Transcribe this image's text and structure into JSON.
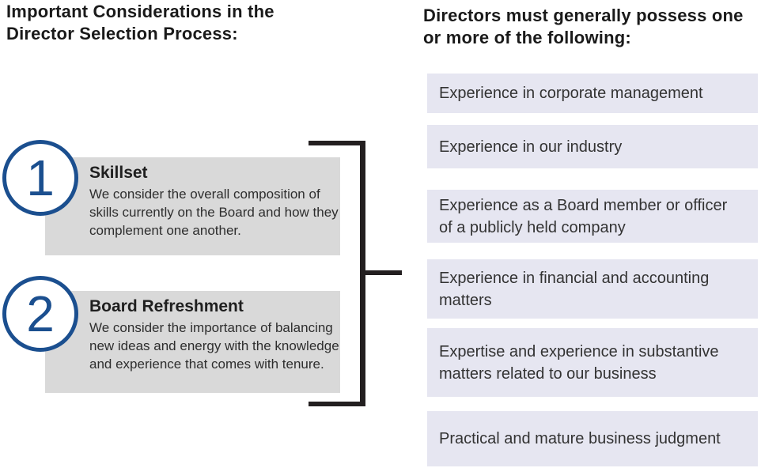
{
  "left_panel": {
    "title": "Important Considerations in the Director Selection Process:",
    "items": [
      {
        "number": "1",
        "heading": "Skillset",
        "body": "We consider the overall composition of skills currently on the Board and how they complement one another."
      },
      {
        "number": "2",
        "heading": "Board Refreshment",
        "body": "We consider the importance of balancing new ideas and energy with the knowledge and experience that comes with tenure."
      }
    ]
  },
  "right_panel": {
    "title": "Directors must generally possess one or more of the following:",
    "items": [
      "Experience in corporate management",
      "Experience in our industry",
      "Experience as a Board member or officer of a publicly held company",
      "Experience in financial and accounting matters",
      "Expertise and experience in substantive matters related to our business",
      "Practical and mature business judgment"
    ]
  },
  "colors": {
    "accent_blue": "#1b4f8f",
    "consideration_box_fill": "#d9d9d9",
    "qualification_box_fill": "#e6e6f1",
    "bracket": "#231f20"
  }
}
